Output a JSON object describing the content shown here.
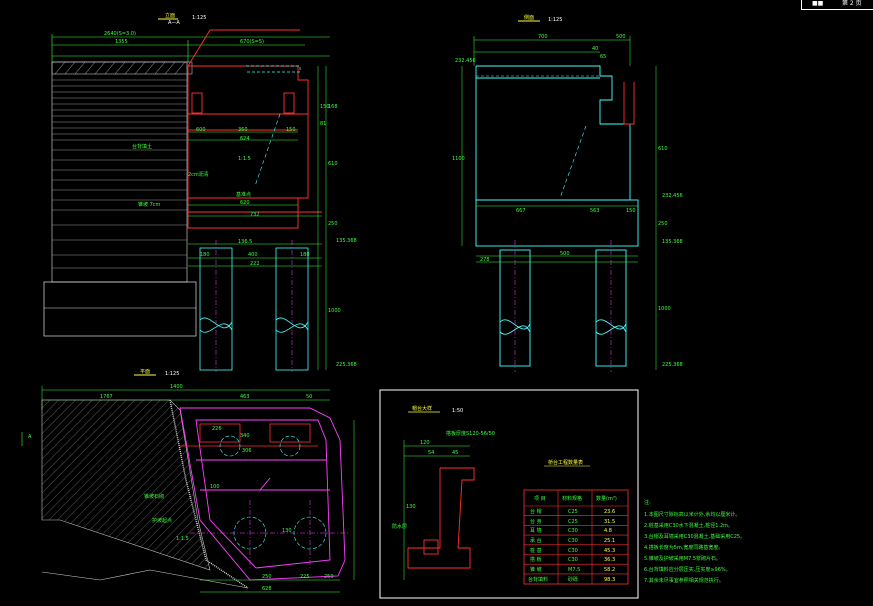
{
  "views": {
    "elevation": {
      "title": "立面",
      "scale": "1:125",
      "section": "A—A"
    },
    "side": {
      "title": "侧面",
      "scale": "1:125"
    },
    "plan": {
      "title": "平面",
      "scale": "1:125"
    },
    "detail": {
      "title": "帽台大样",
      "scale": "1:50",
      "note": "搭板厚度S120-56/50"
    }
  },
  "dims": {
    "elevation_top": [
      "2640(S=3.0)",
      "1355",
      "670(S=5)"
    ],
    "elevation_mid": [
      "600",
      "360",
      "150",
      "624",
      "620",
      "732",
      "136.5",
      "180",
      "400",
      "222",
      "180"
    ],
    "elevation_vertical": [
      "150",
      "81",
      "168",
      "610",
      "250",
      "1000"
    ],
    "side_top": [
      "700",
      "500",
      "40",
      "65"
    ],
    "side_mid": [
      "667",
      "563",
      "150",
      "500",
      "278"
    ],
    "side_vertical": [
      "1100",
      "610",
      "250",
      "1000"
    ],
    "plan_top": [
      "1400",
      "1767",
      "463",
      "50"
    ],
    "plan_bottom": [
      "226",
      "340",
      "306",
      "100",
      "130",
      "250",
      "225",
      "250",
      "628"
    ],
    "elevations_marks": [
      "232.456",
      "135.368",
      "225.368"
    ]
  },
  "labels": {
    "elevation_notes": [
      "台背填土",
      "2cm沥青",
      "1:1.5",
      "锥坡 7cm",
      "基准点"
    ],
    "plan_notes": [
      "锥坡石砌",
      "护坡起点",
      "1:1.5",
      "A"
    ],
    "detail_notes": [
      "120",
      "54",
      "45",
      "130",
      "防水层"
    ]
  },
  "table": {
    "title": "桥台工程数量表",
    "headers": [
      "项 目",
      "材料规格",
      "数量(m³)"
    ],
    "rows": [
      [
        "台 帽",
        "C25",
        "23.6"
      ],
      [
        "台 身",
        "C25",
        "31.5"
      ],
      [
        "耳 墙",
        "C30",
        "4.8"
      ],
      [
        "承 台",
        "C30",
        "25.1"
      ],
      [
        "桩 基",
        "C30",
        "45.3"
      ],
      [
        "搭 板",
        "C30",
        "36.3"
      ],
      [
        "锥 坡",
        "M7.5",
        "58.2"
      ],
      [
        "台背填料",
        "砂砾",
        "98.3"
      ]
    ]
  },
  "notes": {
    "title": "注:",
    "items": [
      "1.本图尺寸除标高以米计外,余均以厘米计。",
      "2.桩基采用C30水下混凝土,桩径1.2m。",
      "3.台帽及耳墙采用C30混凝土,基础采用C25。",
      "4.搭板长度为5m,宽度同路基宽度。",
      "5.锥坡及护坡采用M7.5浆砌片石。",
      "6.台背填料应分层压实,压实度≥96%。",
      "7.其余未尽事宜参照相关规范执行。"
    ]
  },
  "corner": {
    "left": "■■",
    "right": "第 2 页"
  }
}
